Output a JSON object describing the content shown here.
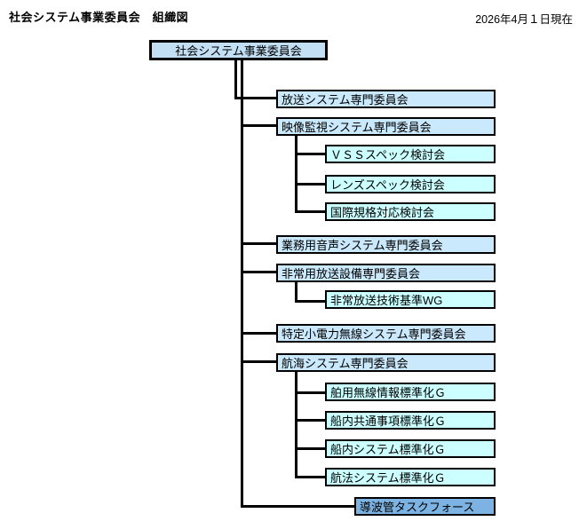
{
  "page": {
    "title": "社会システム事業委員会　組織図",
    "date": "2026年4月１日現在"
  },
  "colors": {
    "root-fill": "#C3DFF4",
    "committee-fill": "#CAE9FC",
    "subgroup-fill": "#CCFFFF",
    "taskforce-fill": "#7DB3E3",
    "line": "#000000",
    "text": "#000000",
    "background": "#FFFFFF"
  },
  "org": {
    "root": {
      "label": "社会システム事業委員会"
    },
    "committees": [
      {
        "label": "放送システム専門委員会",
        "children": []
      },
      {
        "label": "映像監視システム専門委員会",
        "children": [
          {
            "label": "ＶＳＳスペック検討会"
          },
          {
            "label": "レンズスペック検討会"
          },
          {
            "label": "国際規格対応検討会"
          }
        ]
      },
      {
        "label": "業務用音声システム専門委員会",
        "children": []
      },
      {
        "label": "非常用放送設備専門委員会",
        "children": [
          {
            "label": "非常放送技術基準WG"
          }
        ]
      },
      {
        "label": "特定小電力無線システム専門委員会",
        "children": []
      },
      {
        "label": "航海システム専門委員会",
        "children": [
          {
            "label": "舶用無線情報標準化Ｇ"
          },
          {
            "label": "船内共通事項標準化Ｇ"
          },
          {
            "label": "船内システム標準化Ｇ"
          },
          {
            "label": "航法システム標準化Ｇ"
          }
        ]
      }
    ],
    "task_force": {
      "label": "導波管タスクフォース"
    }
  }
}
